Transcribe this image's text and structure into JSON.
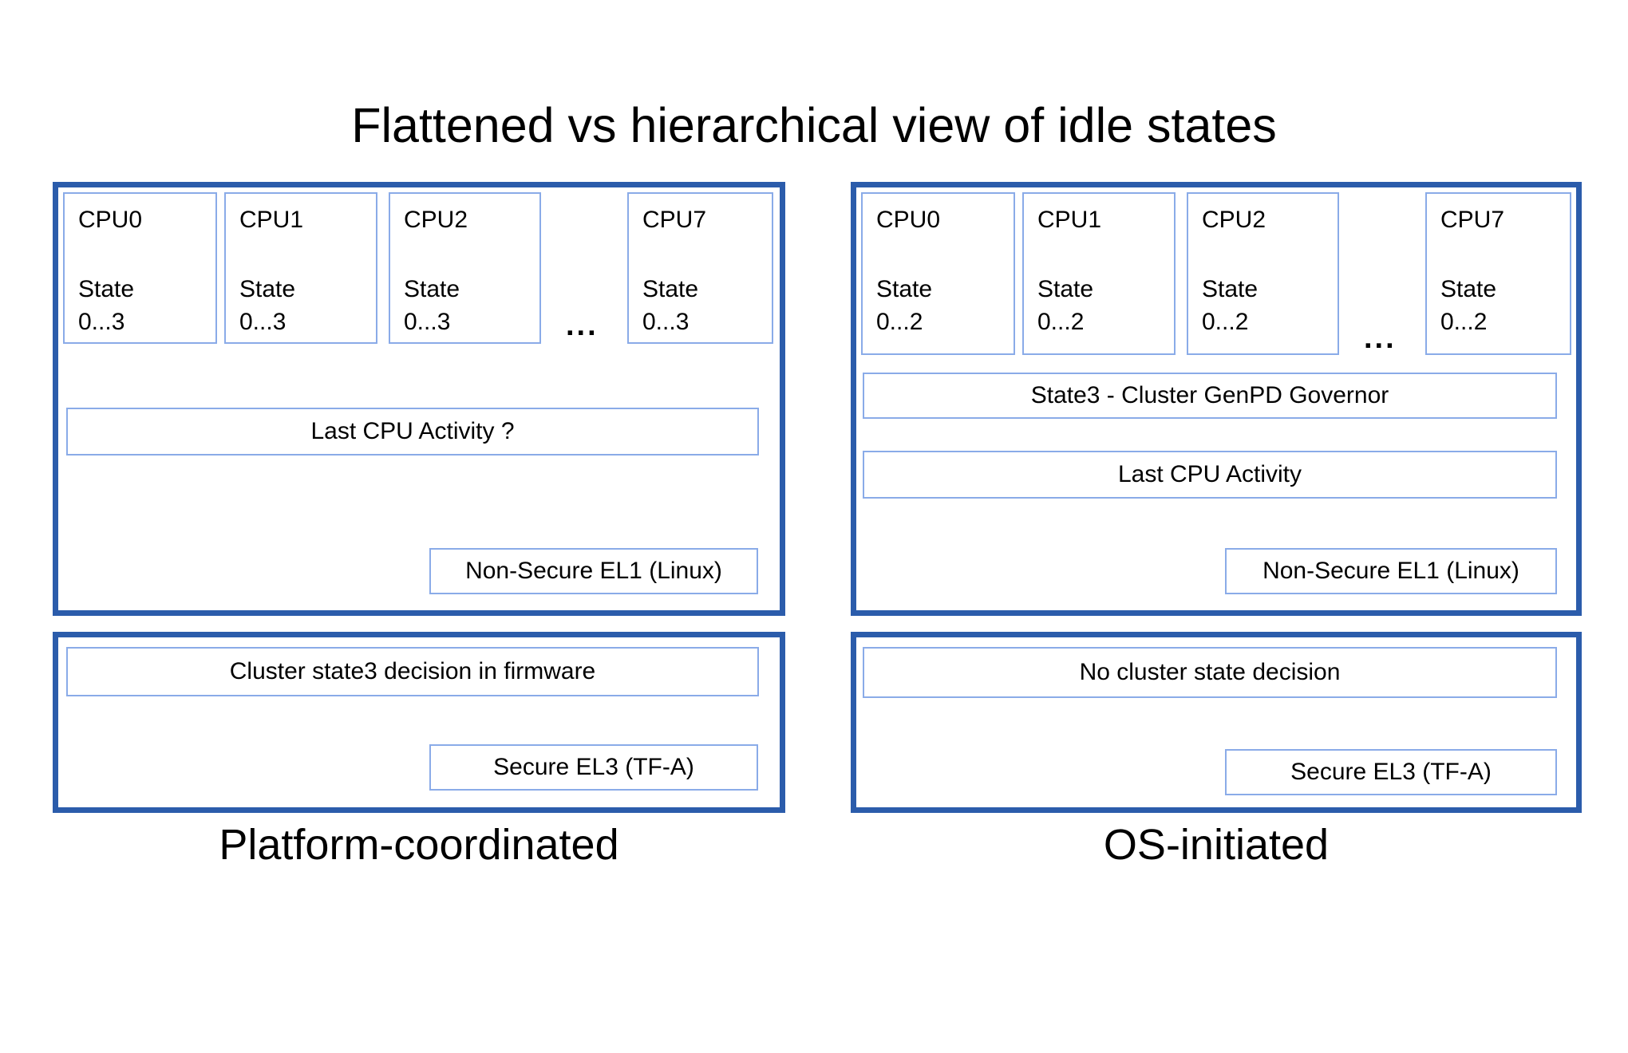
{
  "title": "Flattened vs hierarchical view of idle states",
  "left": {
    "caption": "Platform-coordinated",
    "ellipsis": "...",
    "cpus": [
      {
        "label": "CPU0",
        "state_label": "State",
        "state_range": "0...3"
      },
      {
        "label": "CPU1",
        "state_label": "State",
        "state_range": "0...3"
      },
      {
        "label": "CPU2",
        "state_label": "State",
        "state_range": "0...3"
      },
      {
        "label": "CPU7",
        "state_label": "State",
        "state_range": "0...3"
      }
    ],
    "activity_label": "Last CPU Activity ?",
    "el1_label": "Non-Secure EL1 (Linux)",
    "decision_label": "Cluster state3 decision in firmware",
    "el3_label": "Secure EL3 (TF-A)"
  },
  "right": {
    "caption": "OS-initiated",
    "ellipsis": "...",
    "cpus": [
      {
        "label": "CPU0",
        "state_label": "State",
        "state_range": "0...2"
      },
      {
        "label": "CPU1",
        "state_label": "State",
        "state_range": "0...2"
      },
      {
        "label": "CPU2",
        "state_label": "State",
        "state_range": "0...2"
      },
      {
        "label": "CPU7",
        "state_label": "State",
        "state_range": "0...2"
      }
    ],
    "governor_label": "State3 - Cluster GenPD Governor",
    "activity_label": "Last CPU Activity",
    "el1_label": "Non-Secure EL1 (Linux)",
    "decision_label": "No cluster state decision",
    "el3_label": "Secure EL3 (TF-A)"
  },
  "colors": {
    "panel_border": "#2b5cab",
    "box_border": "#8aabe8",
    "text": "#000000",
    "background": "#ffffff"
  }
}
